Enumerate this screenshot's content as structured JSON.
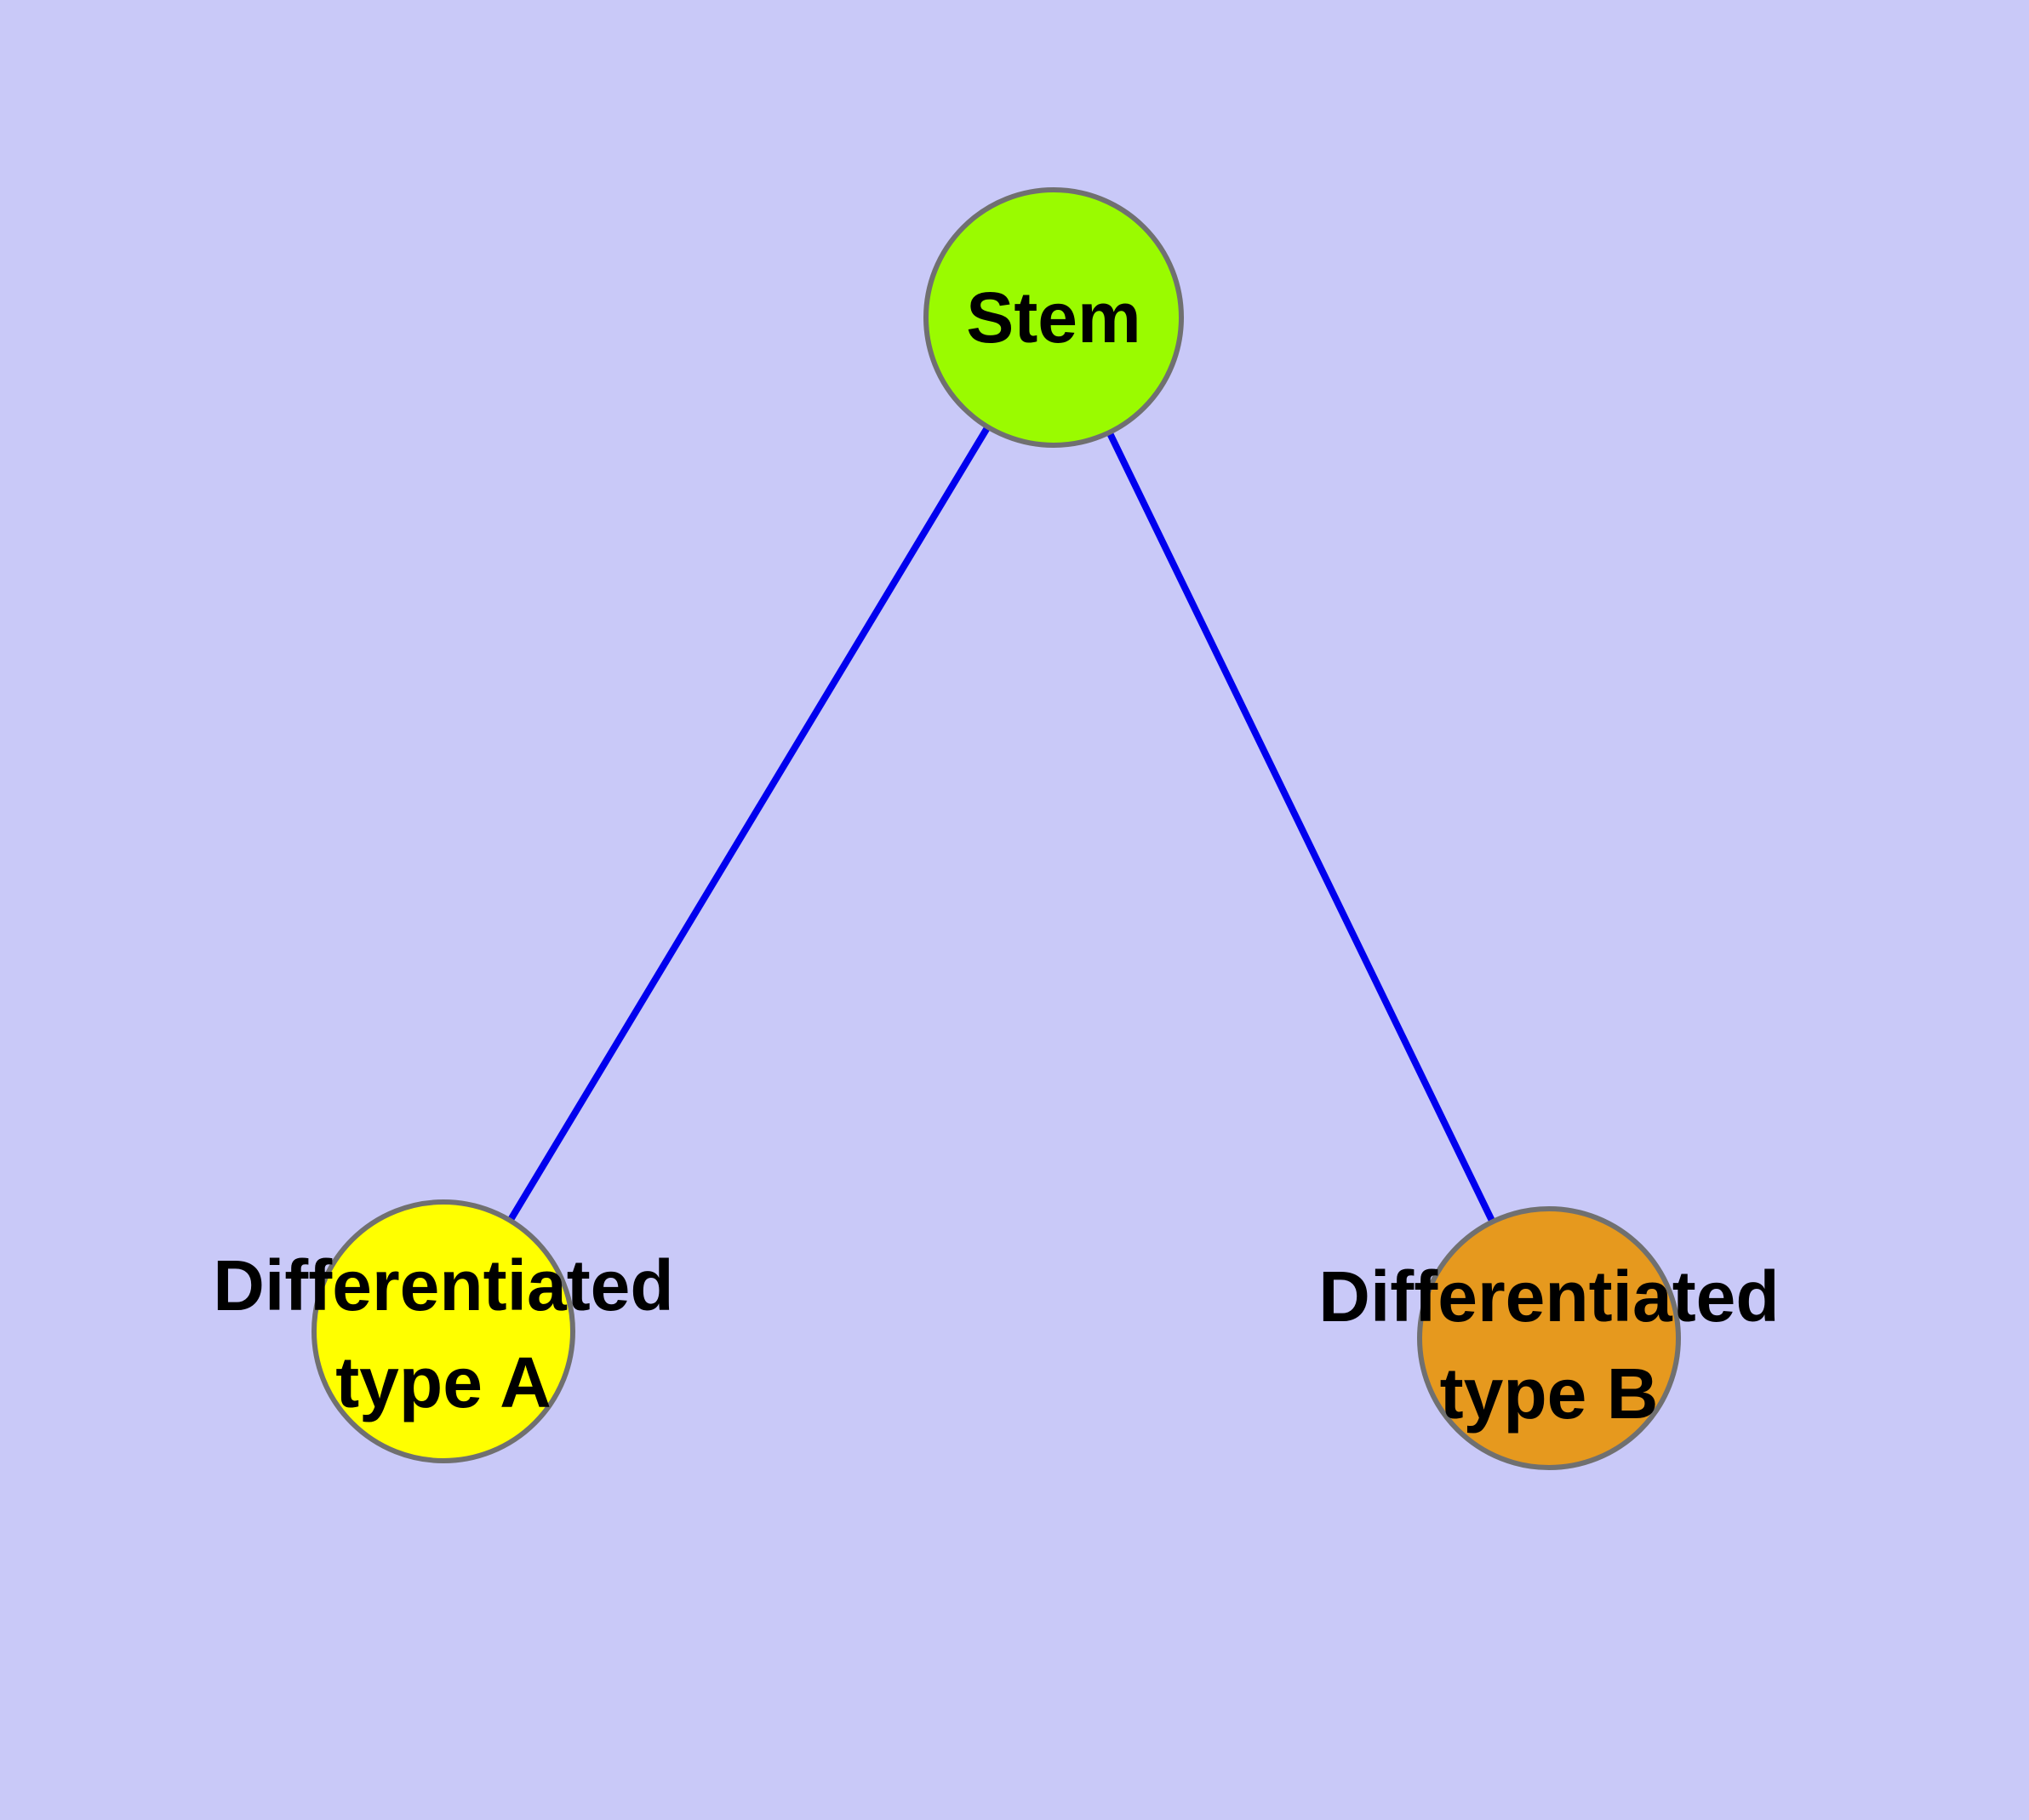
{
  "diagram": {
    "background_color": "#c9c9f8",
    "edge_color": "#0000ee",
    "node_border_color": "#707070",
    "text_color": "#000000",
    "nodes": [
      {
        "id": "stem",
        "label": "Stem",
        "fill": "#9afb00"
      },
      {
        "id": "differentiated-type-a",
        "label_lines": [
          "Differentiated",
          "type A"
        ],
        "fill": "#ffff00"
      },
      {
        "id": "differentiated-type-b",
        "label_lines": [
          "Differentiated",
          "type B"
        ],
        "fill": "#e6991e"
      }
    ],
    "edges": [
      {
        "from": "stem",
        "to": "differentiated-type-a"
      },
      {
        "from": "stem",
        "to": "differentiated-type-b"
      }
    ]
  }
}
